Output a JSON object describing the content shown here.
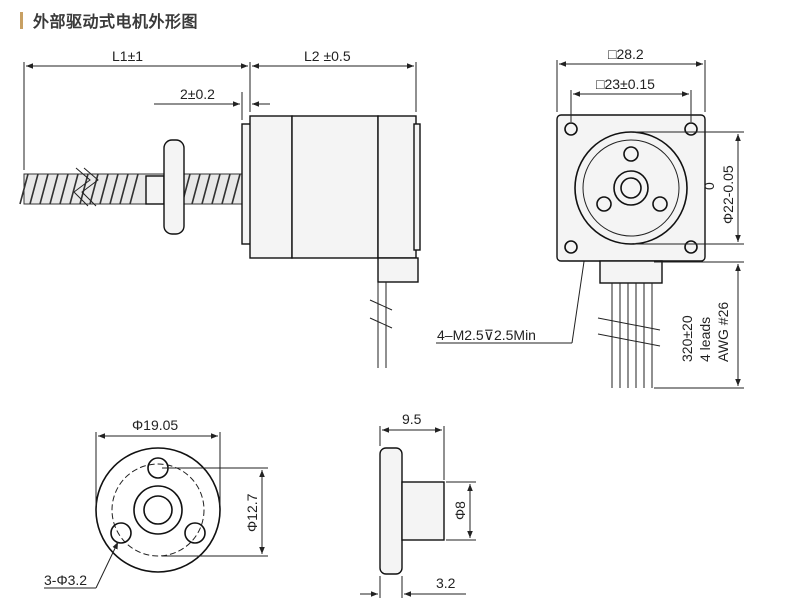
{
  "header": {
    "title": "外部驱动式电机外形图",
    "accent_color": "#c8a063"
  },
  "side_view": {
    "dim_l1": "L1±1",
    "dim_l2": "L2 ±0.5",
    "dim_flange_offset": "2±0.2",
    "dim_mount_holes": "4–M2.5⊽2.5Min"
  },
  "front_view": {
    "dim_square_outer": "□28.2",
    "dim_square_holes": "□23±0.15",
    "dim_pilot_top": "0",
    "dim_pilot_main": "Φ22-0.05",
    "lead_length": "320±20",
    "lead_count": "4 leads",
    "lead_gauge": "AWG #26"
  },
  "nut_front": {
    "dim_outer_dia": "Φ19.05",
    "dim_pcd": "Φ12.7",
    "dim_holes": "3-Φ3.2"
  },
  "nut_side": {
    "dim_length": "9.5",
    "dim_boss_dia": "Φ8",
    "dim_flange_thk": "3.2"
  }
}
